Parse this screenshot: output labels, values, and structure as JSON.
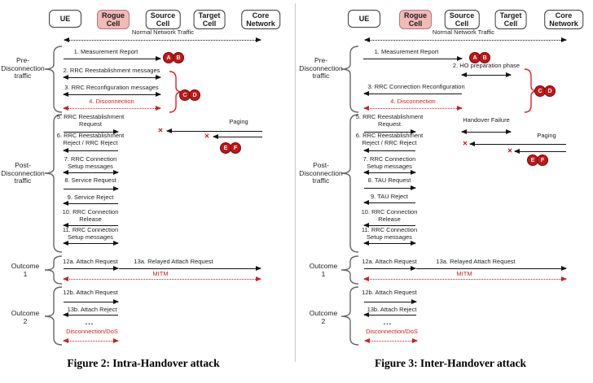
{
  "figures": [
    {
      "caption": "Figure 2: Intra-Handover attack",
      "entities": [
        {
          "l1": "UE",
          "l2": ""
        },
        {
          "l1": "Rogue",
          "l2": "Cell"
        },
        {
          "l1": "Source",
          "l2": "Cell"
        },
        {
          "l1": "Target",
          "l2": "Cell"
        },
        {
          "l1": "Core",
          "l2": "Network"
        }
      ],
      "groups": {
        "pre": [
          "Pre-",
          "Disconnection",
          "traffic"
        ],
        "post": [
          "Post-",
          "Disconnection",
          "traffic"
        ],
        "out1": [
          "Outcome",
          "1"
        ],
        "out2": [
          "Outcome",
          "2"
        ]
      },
      "messages": {
        "normal": "Normal Network Traffic",
        "m1": "1. Measurement Report",
        "m2": "2. RRC Reestablishment messages",
        "m3": "3. RRC Reconfiguration messages",
        "m4": "4. Disconnection",
        "m5": [
          "5. RRC Reestablishment",
          "Request"
        ],
        "m6": [
          "6. RRC Reestablishment",
          "Reject / RRC Reject"
        ],
        "m7": [
          "7. RRC Connection",
          "Setup messages"
        ],
        "m8": "8. Service Request",
        "m9": "9. Service Reject",
        "m10": [
          "10. RRC Connection",
          "Release"
        ],
        "m11": [
          "11. RRC Connection",
          "Setup messages"
        ],
        "m12a": "12a. Attach Request",
        "m13a": "13a. Relayed Attach Request",
        "mitm": "MITM",
        "m12b": "12b. Attach Request",
        "m13b": "13b. Attach Reject",
        "dots": "...",
        "dos": "Disconnection/DoS",
        "paging": "Paging"
      },
      "markers": {
        "a": "A",
        "b": "B",
        "c": "C",
        "d": "D",
        "e": "E",
        "f": "F"
      }
    },
    {
      "caption": "Figure 3: Inter-Handover attack",
      "entities": [
        {
          "l1": "UE",
          "l2": ""
        },
        {
          "l1": "Rogue",
          "l2": "Cell"
        },
        {
          "l1": "Source",
          "l2": "Cell"
        },
        {
          "l1": "Target",
          "l2": "Cell"
        },
        {
          "l1": "Core",
          "l2": "Network"
        }
      ],
      "groups": {
        "pre": [
          "Pre-",
          "Disconnection",
          "traffic"
        ],
        "post": [
          "Post-",
          "Disconnection",
          "traffic"
        ],
        "out1": [
          "Outcome",
          "1"
        ],
        "out2": [
          "Outcome",
          "2"
        ]
      },
      "messages": {
        "normal": "Normal Network Traffic",
        "m1": "1. Measurement Report",
        "m2": "2. HO preparation phase",
        "m3": "3. RRC Connection Reconfiguration",
        "m4": "4. Disconnection",
        "m5": [
          "5. RRC Reestablishment",
          "Request"
        ],
        "m6": [
          "6. RRC Reestablishment",
          "Reject / RRC Reject"
        ],
        "m7": [
          "7. RRC Connection",
          "Setup messages"
        ],
        "m8": "8. TAU Request",
        "m9": "9. TAU Reject",
        "m10": [
          "10. RRC Connection",
          "Release"
        ],
        "m11": [
          "11. RRC Connection",
          "Setup messages"
        ],
        "m12a": "12a. Attach Request",
        "m13a": "13a. Relayed Attach Request",
        "mitm": "MITM",
        "m12b": "12b. Attach Request",
        "m13b": "13b. Attach Reject",
        "dots": "...",
        "dos": "Disconnection/DoS",
        "paging": "Paging",
        "handover_failure": "Handover Failure"
      },
      "markers": {
        "a": "A",
        "b": "B",
        "c": "C",
        "d": "D",
        "e": "E",
        "f": "F"
      }
    }
  ],
  "x_mark": "✕",
  "colors": {
    "rogue_fill": "#f2b9b9",
    "rogue_border": "#b07a7a",
    "attack_red": "#cc2222",
    "marker_fill": "#c51616",
    "marker_border": "#6e0d0d"
  }
}
